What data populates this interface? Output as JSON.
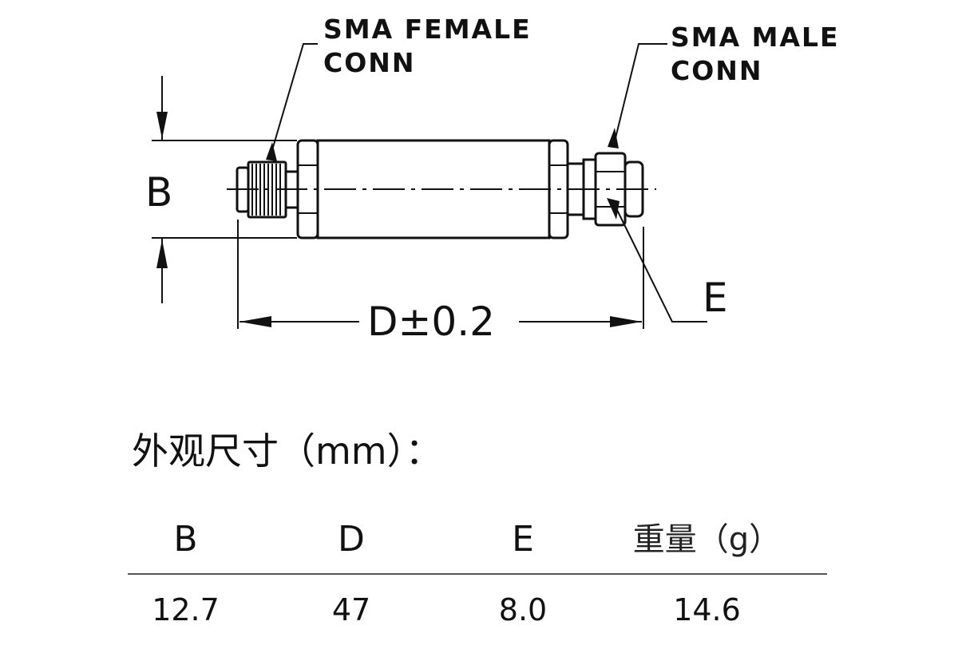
{
  "drawing": {
    "labels": {
      "female_conn_line1": "SMA FEMALE",
      "female_conn_line2": "CONN",
      "male_conn_line1": "SMA MALE",
      "male_conn_line2": "CONN",
      "dim_b": "B",
      "dim_d": "D±0.2",
      "dim_e": "E"
    }
  },
  "dimensions": {
    "title": "外观尺寸（mm）：",
    "headers": [
      "B",
      "D",
      "E",
      "重量（g）"
    ],
    "rows": [
      [
        "12.7",
        "47",
        "8.0",
        "14.6"
      ]
    ]
  }
}
